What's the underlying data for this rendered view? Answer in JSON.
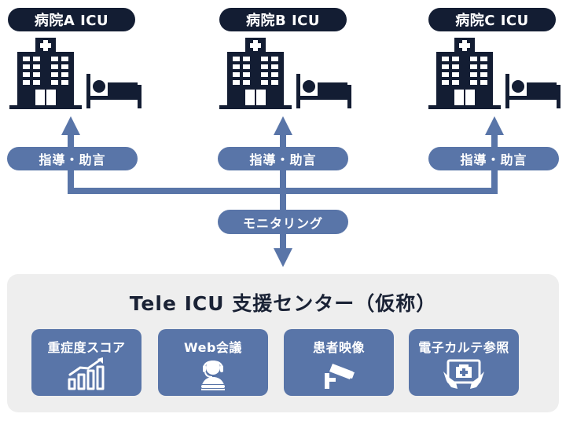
{
  "hospitals": [
    {
      "name": "病院A ICU",
      "advice": "指導・助言"
    },
    {
      "name": "病院B ICU",
      "advice": "指導・助言"
    },
    {
      "name": "病院C ICU",
      "advice": "指導・助言"
    }
  ],
  "monitoring_label": "モニタリング",
  "center": {
    "title": "Tele ICU 支援センター（仮称）",
    "features": [
      {
        "label": "重症度スコア",
        "icon": "bar-chart-trend-icon"
      },
      {
        "label": "Web会議",
        "icon": "headset-operator-icon"
      },
      {
        "label": "患者映像",
        "icon": "security-camera-icon"
      },
      {
        "label": "電子カルテ参照",
        "icon": "medical-tablet-icon"
      }
    ]
  },
  "colors": {
    "dark_navy": "#131d33",
    "accent_blue": "#5975a8",
    "panel_gray": "#eeeeee"
  }
}
